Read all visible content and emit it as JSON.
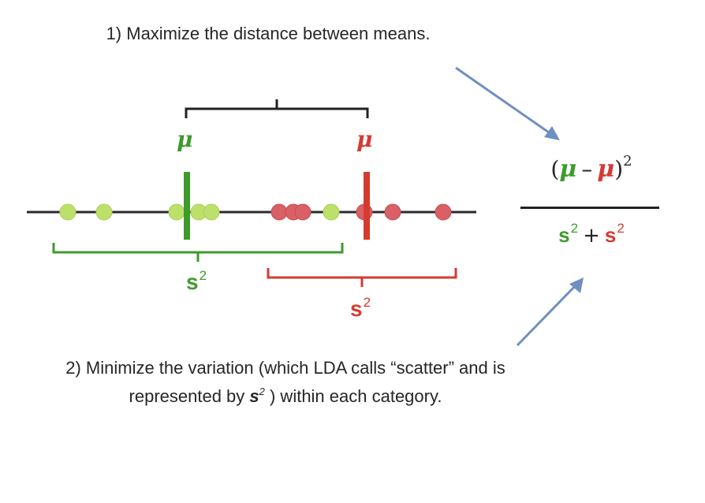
{
  "caption_top": "1) Maximize the distance between means.",
  "caption_bottom": {
    "before": "2) Minimize the variation (which LDA calls “scatter” and is represented by ",
    "symbol": "s",
    "symbol_power": "2",
    "after": " ) within each category."
  },
  "labels": {
    "mu_green": "μ",
    "mu_red": "μ",
    "s_green": "s",
    "s_red": "s",
    "power": "2"
  },
  "formula": {
    "numerator_open": "(",
    "numerator_mu1": "μ",
    "numerator_minus": "–",
    "numerator_mu2": "μ",
    "numerator_close": ")",
    "numerator_power": "2",
    "denominator_s1": "s",
    "denominator_plus": "+",
    "denominator_s2": "s",
    "denominator_power": "2"
  },
  "colors": {
    "green": "#3e9a2c",
    "green_point": "#bde06a",
    "red": "#d53a30",
    "red_point": "#d96066",
    "arrow": "#6f8fc0",
    "axis": "#2a2a2a"
  }
}
